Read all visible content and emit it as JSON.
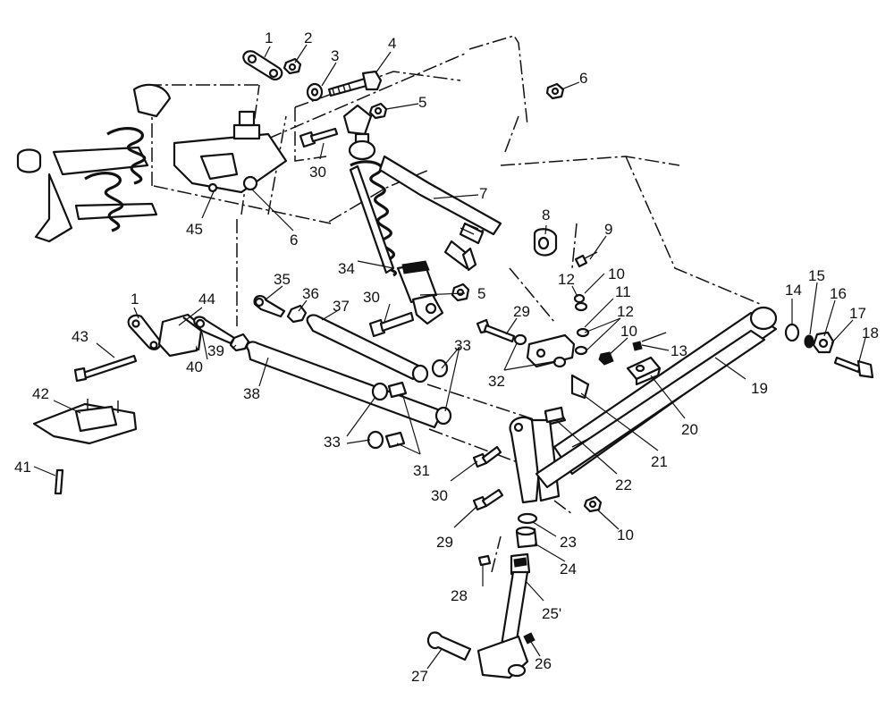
{
  "callouts": {
    "c1a": "1",
    "c2": "2",
    "c3": "3",
    "c4": "4",
    "c5a": "5",
    "c6a": "6",
    "c45": "45",
    "c6b": "6",
    "c30a": "30",
    "c7": "7",
    "c8": "8",
    "c9": "9",
    "c34": "34",
    "c10a": "10",
    "c5b": "5",
    "c35": "35",
    "c36": "36",
    "c30b": "30",
    "c37": "37",
    "c1b": "1",
    "c44": "44",
    "c43": "43",
    "c40": "40",
    "c39": "39",
    "c38": "38",
    "c33a": "33",
    "c29a": "29",
    "c12a": "12",
    "c11": "11",
    "c12b": "12",
    "c10b": "10",
    "c13": "13",
    "c32": "32",
    "c14": "14",
    "c15": "15",
    "c16": "16",
    "c17": "17",
    "c18": "18",
    "c19": "19",
    "c20": "20",
    "c21": "21",
    "c22": "22",
    "c42": "42",
    "c41": "41",
    "c33b": "33",
    "c31": "31",
    "c30c": "30",
    "c29b": "29",
    "c23": "23",
    "c10c": "10",
    "c24": "24",
    "c28": "28",
    "c25": "25'",
    "c26": "26",
    "c27": "27"
  }
}
